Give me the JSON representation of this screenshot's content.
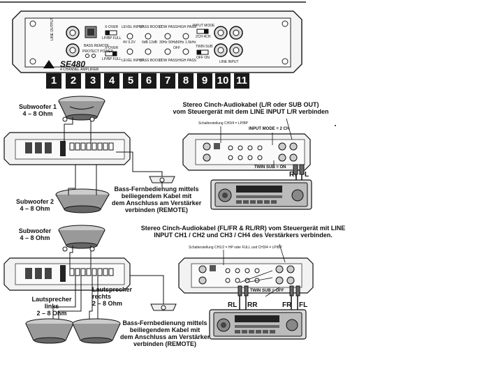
{
  "amp_top": {
    "model": "SE480",
    "sub_title": "4 CHANNEL AMPLIFIER",
    "labels": {
      "line_output": "LINE OUTPUT",
      "bass_remote": "BASS REMOTE",
      "protect_power": "PROTECT POWER",
      "xover_1": "X-OVER",
      "xover_2": "X-OVER",
      "level_input_1": "LEVEL INPUT",
      "level_input_2": "LEVEL INPUT",
      "bass_boost_1": "BASS BOOST",
      "bass_boost_2": "BASS BOOST",
      "low_pass_1": "LOW PASS",
      "low_pass_2": "LOW PASS",
      "high_pass_1": "HIGH PASS",
      "high_pass_2": "HIGH PASS",
      "input_mode": "INPUT MODE",
      "input_mode_opts": "2CH  4CH",
      "twin_sub": "TWIN SUB",
      "twin_sub_opts": "OFF  ON",
      "line_input": "LINE INPUT",
      "lpf_opts": "LP/BP FULL",
      "level_range": "4V   0.2V",
      "boost_range": "0dB  12dB",
      "lp_range": "30Hz  90Hz",
      "hp_range": "50Hz  1.5kHz",
      "off": "OFF"
    }
  },
  "numbers": [
    "1",
    "2",
    "3",
    "4",
    "5",
    "6",
    "7",
    "8",
    "9",
    "10",
    "11"
  ],
  "section1": {
    "sub1_title": "Subwoofer 1",
    "sub1_ohm": "4 – 8 Ohm",
    "sub2_title": "Subwoofer 2",
    "sub2_ohm": "4 – 8 Ohm",
    "cable_line1": "Stereo Cinch-Audiokabel (L/R oder SUB OUT)",
    "cable_line2": "vom Steuergerät mit dem LINE INPUT L/R verbinden",
    "switch_note": "Schalterstellung CH3/4 = LP/BP",
    "input_mode_note": "INPUT MODE = 2 CH",
    "twin_sub_note": "TWIN SUB = ON",
    "remote_line1": "Bass-Fernbedienung mittels",
    "remote_line2": "beiliegendem Kabel mit",
    "remote_line3": "dem Anschluss am Verstärker",
    "remote_line4": "verbinden (REMOTE)",
    "r_label": "R",
    "l_label": "L"
  },
  "section2": {
    "sub_title": "Subwoofer",
    "sub_ohm": "4 – 8 Ohm",
    "spk_left_1": "Lautsprecher",
    "spk_left_2": "links",
    "spk_left_3": "2 – 8 Ohm",
    "spk_right_1": "Lautsprecher",
    "spk_right_2": "rechts",
    "spk_right_3": "2 – 8 Ohm",
    "cable_line1": "Stereo Cinch-Audiokabel (FL/FR & RL/RR) vom Steuergerät mit LINE",
    "cable_line2": "INPUT CH1 / CH2 und CH3 / CH4 des Verstärkers verbinden.",
    "switch_note": "Schalterstellung CH1/2 = HP oder FULL und CH3/4 = LP/BP",
    "twin_sub_note": "TWIN SUB = OFF",
    "remote_line1": "Bass-Fernbedienung mittels",
    "remote_line2": "beiliegendem Kabel mit",
    "remote_line3": "dem Anschluss am Verstärker",
    "remote_line4": "verbinden (REMOTE)",
    "rl": "RL",
    "rr": "RR",
    "fr": "FR",
    "fl": "FL"
  }
}
